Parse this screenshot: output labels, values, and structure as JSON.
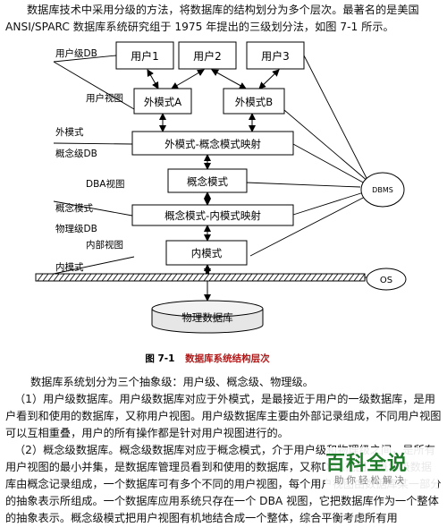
{
  "text": {
    "intro": "数据库技术中采用分级的方法，将数据库的结构划分为多个层次。最著名的是美国ANSI/SPARC 数据库系统研究组于 1975 年提出的三级划分法，如图 7-1 所示。",
    "summary": "数据库系统划分为三个抽象级：用户级、概念级、物理级。",
    "user_level": "（1）用户级数据库。用户级数据库对应于外模式，是最接近于用户的一级数据库，是用户看到和使用的数据库，又称用户视图。用户级数据库主要由外部记录组成，不同用户视图可以互相重叠，用户的所有操作都是针对用户视图进行的。",
    "concept_level": "（2）概念级数据库。概念级数据库对应于概念模式，介于用户级和物理级之间，是所有用户视图的最小并集，是数据库管理员看到和使用的数据库，又称DBA视图。概念级数据库由概念记录组成，一个数据库可有多个不同的用户视图，每个用户视图由数据库某一部分的抽象表示所组成。一个数据库应用系统只存在一个 DBA 视图，它把数据库作为一个整体的抽象表示。概念级模式把用户视图有机地结合成一个整体，综合平衡考虑所有用"
  },
  "diagram": {
    "users": [
      "用户1",
      "用户2",
      "用户3"
    ],
    "external_modes": [
      "外模式A",
      "外模式B"
    ],
    "external_concept_mapping": "外模式-概念模式映射",
    "concept_mode": "概念模式",
    "concept_internal_mapping": "概念模式-内模式映射",
    "internal_mode": "内模式",
    "physical_db": "物理数据库",
    "dbms": "DBMS",
    "os": "OS",
    "labels": {
      "user_db": "用户级DB",
      "user_view": "用户视图",
      "external_schema": "外模式",
      "concept_db": "概念级DB",
      "dba_view": "DBA视图",
      "concept_schema": "概念模式",
      "physical_db_level": "物理级DB",
      "internal_view": "内部视图",
      "internal_schema": "内模式"
    },
    "caption_number": "图 7-1",
    "caption_title": "数据库系统结构层次"
  },
  "watermark": {
    "title": "百科全说",
    "subtitle": "助你轻松解决"
  },
  "colors": {
    "text": "#111111",
    "line": "#000000",
    "caption_red": "#b01818",
    "watermark_green": "#1f7a2a",
    "watermark_gray": "#7f7f7f"
  }
}
